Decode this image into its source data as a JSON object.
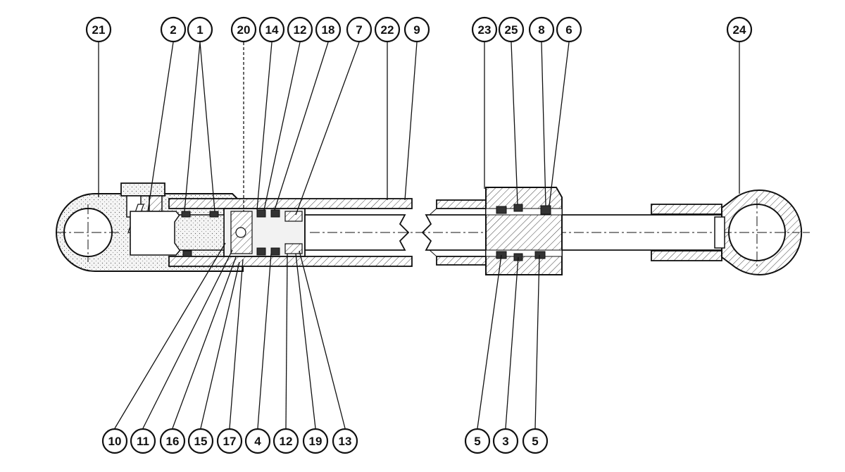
{
  "diagram": {
    "callouts_top": [
      "21",
      "2",
      "1",
      "20",
      "14",
      "12",
      "18",
      "7",
      "22",
      "9",
      "23",
      "25",
      "8",
      "6",
      "24"
    ],
    "callouts_bottom": [
      "10",
      "11",
      "16",
      "15",
      "17",
      "4",
      "12",
      "19",
      "13",
      "5",
      "3",
      "5"
    ]
  }
}
